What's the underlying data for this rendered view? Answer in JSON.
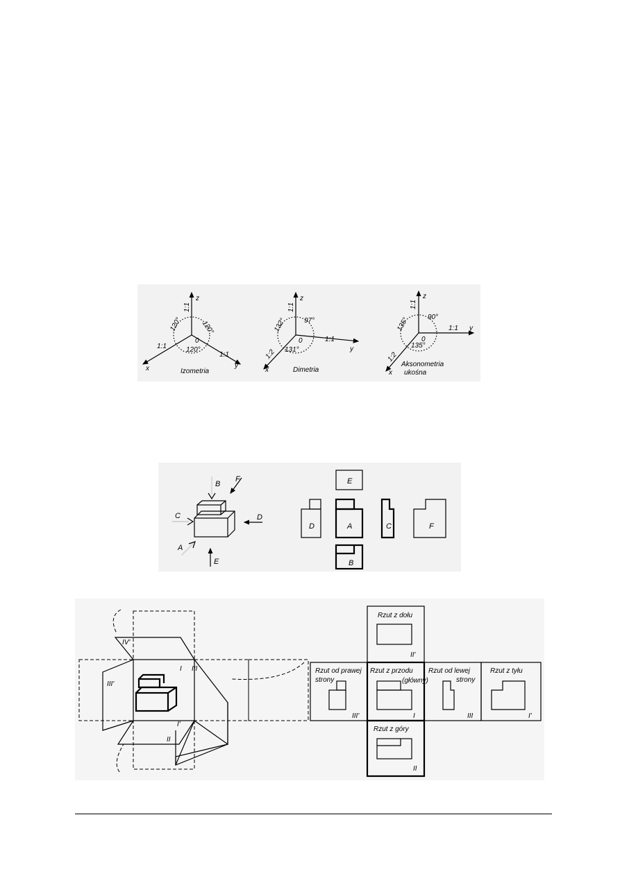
{
  "axonometry": {
    "izometria": {
      "caption": "Izometria",
      "axes": {
        "x": "x",
        "y": "y",
        "z": "z"
      },
      "scales": {
        "z": "1:1",
        "x": "1:1",
        "y": "1:1"
      },
      "angles": [
        "120°",
        "120°",
        "120°"
      ],
      "origin": "0"
    },
    "dimetria": {
      "caption": "Dimetria",
      "axes": {
        "x": "x",
        "y": "y",
        "z": "z"
      },
      "scales": {
        "z": "1:1",
        "x": "1:2",
        "y": "1:1"
      },
      "angles": [
        "132°",
        "97°",
        "131°"
      ],
      "origin": "0"
    },
    "ukosna": {
      "caption_line1": "Aksonometria",
      "caption_line2": "ukośna",
      "axes": {
        "x": "x",
        "y": "y",
        "z": "z"
      },
      "scales": {
        "z": "1:1",
        "x": "1:2",
        "y": "1:1"
      },
      "angles": [
        "135°",
        "90°",
        "135°"
      ],
      "origin": "0"
    }
  },
  "view_directions": {
    "arrows": [
      "A",
      "B",
      "C",
      "D",
      "E",
      "F"
    ],
    "views": [
      "E",
      "D",
      "A",
      "C",
      "F",
      "B"
    ]
  },
  "projections": {
    "unfold": {
      "roman": [
        "IV'",
        "III'",
        "I",
        "III",
        "I'",
        "II"
      ]
    },
    "layout": {
      "bottom_view": {
        "title": "Rzut z dołu",
        "numeral": "II'"
      },
      "right_view": {
        "title_line1": "Rzut od prawej",
        "title_line2": "strony",
        "numeral": "III'"
      },
      "front_view": {
        "title_line1": "Rzut z przodu",
        "title_line2": "(główny)",
        "numeral": "I"
      },
      "left_view": {
        "title_line1": "Rzut od lewej",
        "title_line2": "strony",
        "numeral": "III"
      },
      "back_view": {
        "title": "Rzut z tyłu",
        "numeral": "I'"
      },
      "top_view": {
        "title": "Rzut z góry",
        "numeral": "II"
      }
    }
  }
}
